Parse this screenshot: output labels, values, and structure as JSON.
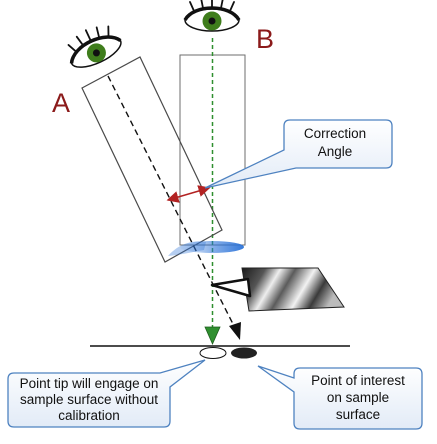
{
  "labels": {
    "view_a": "A",
    "view_b": "B"
  },
  "callouts": {
    "correction_angle": [
      "Correction",
      "Angle"
    ],
    "point_tip": [
      "Point tip will engage on",
      "sample surface without",
      "calibration"
    ],
    "point_of_interest": [
      "Point of interest",
      "on sample",
      "surface"
    ]
  },
  "colors": {
    "letter": "#8b1a1a",
    "callout_fill": "#eef3fa",
    "callout_border": "#4e82c0",
    "vertical_line": "#2f8f2f",
    "angle_arrow": "#b22222",
    "eye_iris": "#3f7d1c",
    "light_spot": "#2a72d8"
  },
  "icons": [
    "eye-icon",
    "eye-icon",
    "cantilever-probe",
    "sample-surface"
  ]
}
